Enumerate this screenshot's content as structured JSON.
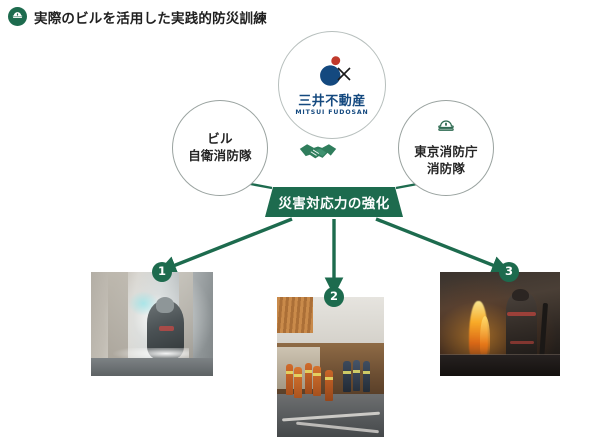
{
  "header": {
    "icon": "fire-helmet-icon",
    "title": "実際のビルを活用した実践的防災訓練",
    "accent_color": "#1d6b4e"
  },
  "diagram": {
    "type": "relationship-diagram",
    "accent_color": "#1d6b4e",
    "center_node": {
      "logo_icon": "mitsui-fudosan-logo",
      "name_jp": "三井不動産",
      "name_en": "MITSUI FUDOSAN",
      "logo_blue": "#14497f",
      "logo_red": "#c0392b"
    },
    "left_node": {
      "line1": "ビル",
      "line2": "自衛消防隊"
    },
    "right_node": {
      "icon": "fire-helmet-icon",
      "line1": "東京消防庁",
      "line2": "消防隊"
    },
    "link_icon": "handshake-icon",
    "banner": {
      "label": "災害対応力の強化",
      "background": "#1d6b4e",
      "text_color": "#ffffff"
    },
    "outputs": [
      {
        "number": "1",
        "photo_alt": "煙の充満した通路で放水する消防隊員",
        "arrow": "down-left-arrow"
      },
      {
        "number": "2",
        "photo_alt": "ビルのロビーでホースを展開する消防隊員",
        "arrow": "down-arrow"
      },
      {
        "number": "3",
        "photo_alt": "炎の上がる階段で消火活動を行う消防隊員",
        "arrow": "down-right-arrow"
      }
    ]
  }
}
